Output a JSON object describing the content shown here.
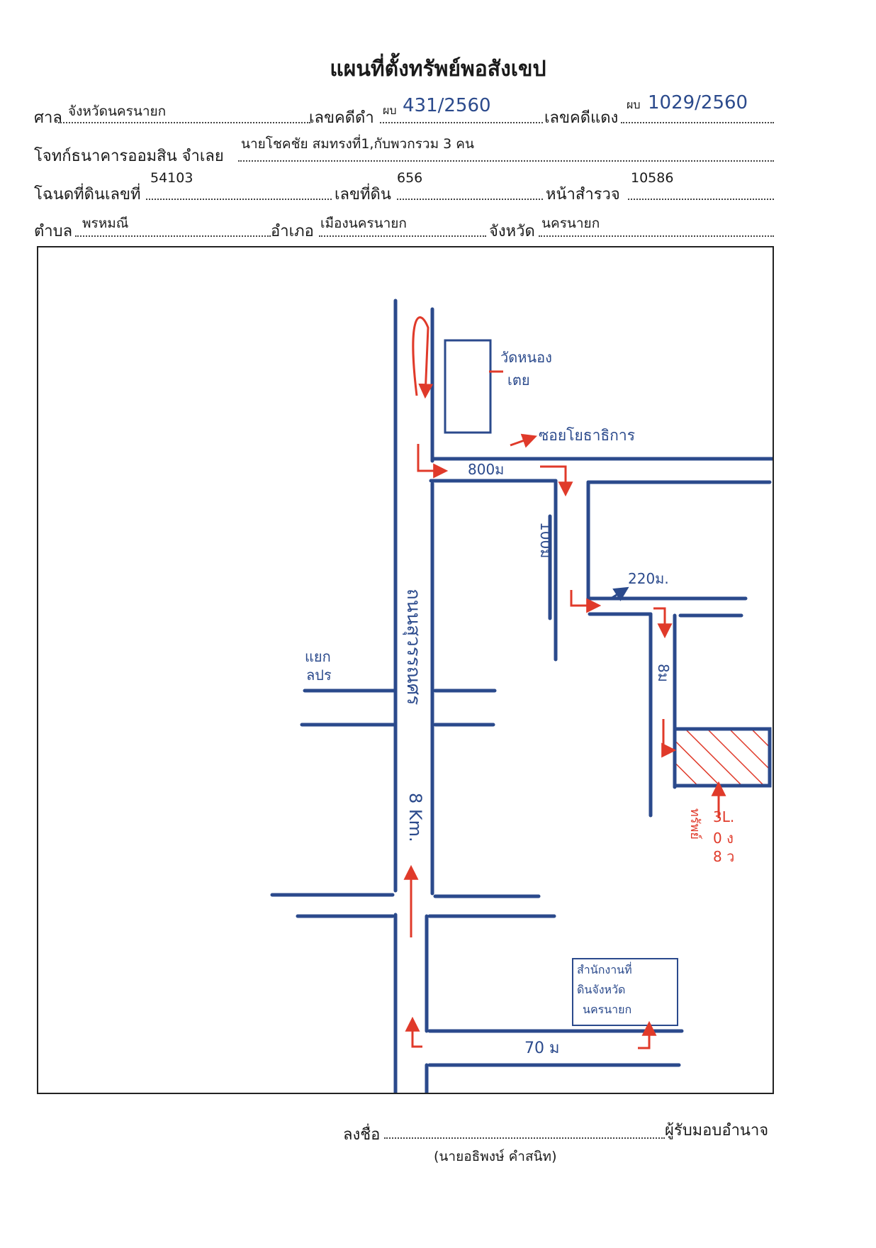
{
  "title": "แผนที่ตั้งทรัพย์พอสังเขป",
  "header": {
    "court_label": "ศาล",
    "court_value": "จังหวัดนครนายก",
    "black_case_label": "เลขคดีดำ",
    "black_case_prefix": "ผบ",
    "black_case_value": "431/2560",
    "red_case_label": "เลขคดีแดง",
    "red_case_prefix": "ผบ",
    "red_case_value": "1029/2560",
    "plaintiff_label": "โจทก์ธนาคารออมสิน จำเลย",
    "defendant_value": "นายโชคชัย  สมทรงที่1,กับพวกรวม 3 คน",
    "deed_label": "โฉนดที่ดินเลขที่",
    "deed_value": "54103",
    "land_no_label": "เลขที่ดิน",
    "land_no_value": "656",
    "survey_page_label": "หน้าสำรวจ",
    "survey_page_value": "10586",
    "subdistrict_label": "ตำบล",
    "subdistrict_value": "พรหมณี",
    "district_label": "อำเภอ",
    "district_value": "เมืองนครนายก",
    "province_label": "จังหวัด",
    "province_value": "นครนายก"
  },
  "map": {
    "temple_label_1": "วัดหนอง",
    "temple_label_2": "เตย",
    "soi_label": "ซอยโยธาธิการ",
    "dist_800": "800ม",
    "dist_100": "100ม",
    "dist_220": "220ม.",
    "dist_8_vertical": "8ม",
    "main_road_label": "ถนนสุวรรณศร",
    "km_label": "8 Km.",
    "junction_label_1": "แยก",
    "junction_label_2": "ลปร",
    "land_office_1": "สำนักงานที่",
    "land_office_2": "ดินจังหวัด",
    "land_office_3": "นครนายก",
    "dist_70": "70 ม",
    "plot_note_1": "3L.",
    "plot_note_2": "0 ง",
    "plot_note_3": "8 ว",
    "plot_note_red": "ทรัพย์",
    "colors": {
      "road": "#2b4a8c",
      "arrow": "#e03a2a",
      "plot": "#e03a2a"
    }
  },
  "signature": {
    "sign_label": "ลงชื่อ",
    "role_label": "ผู้รับมอบอำนาจ",
    "name": "(นายอธิพงษ์      คำสนิท)"
  }
}
